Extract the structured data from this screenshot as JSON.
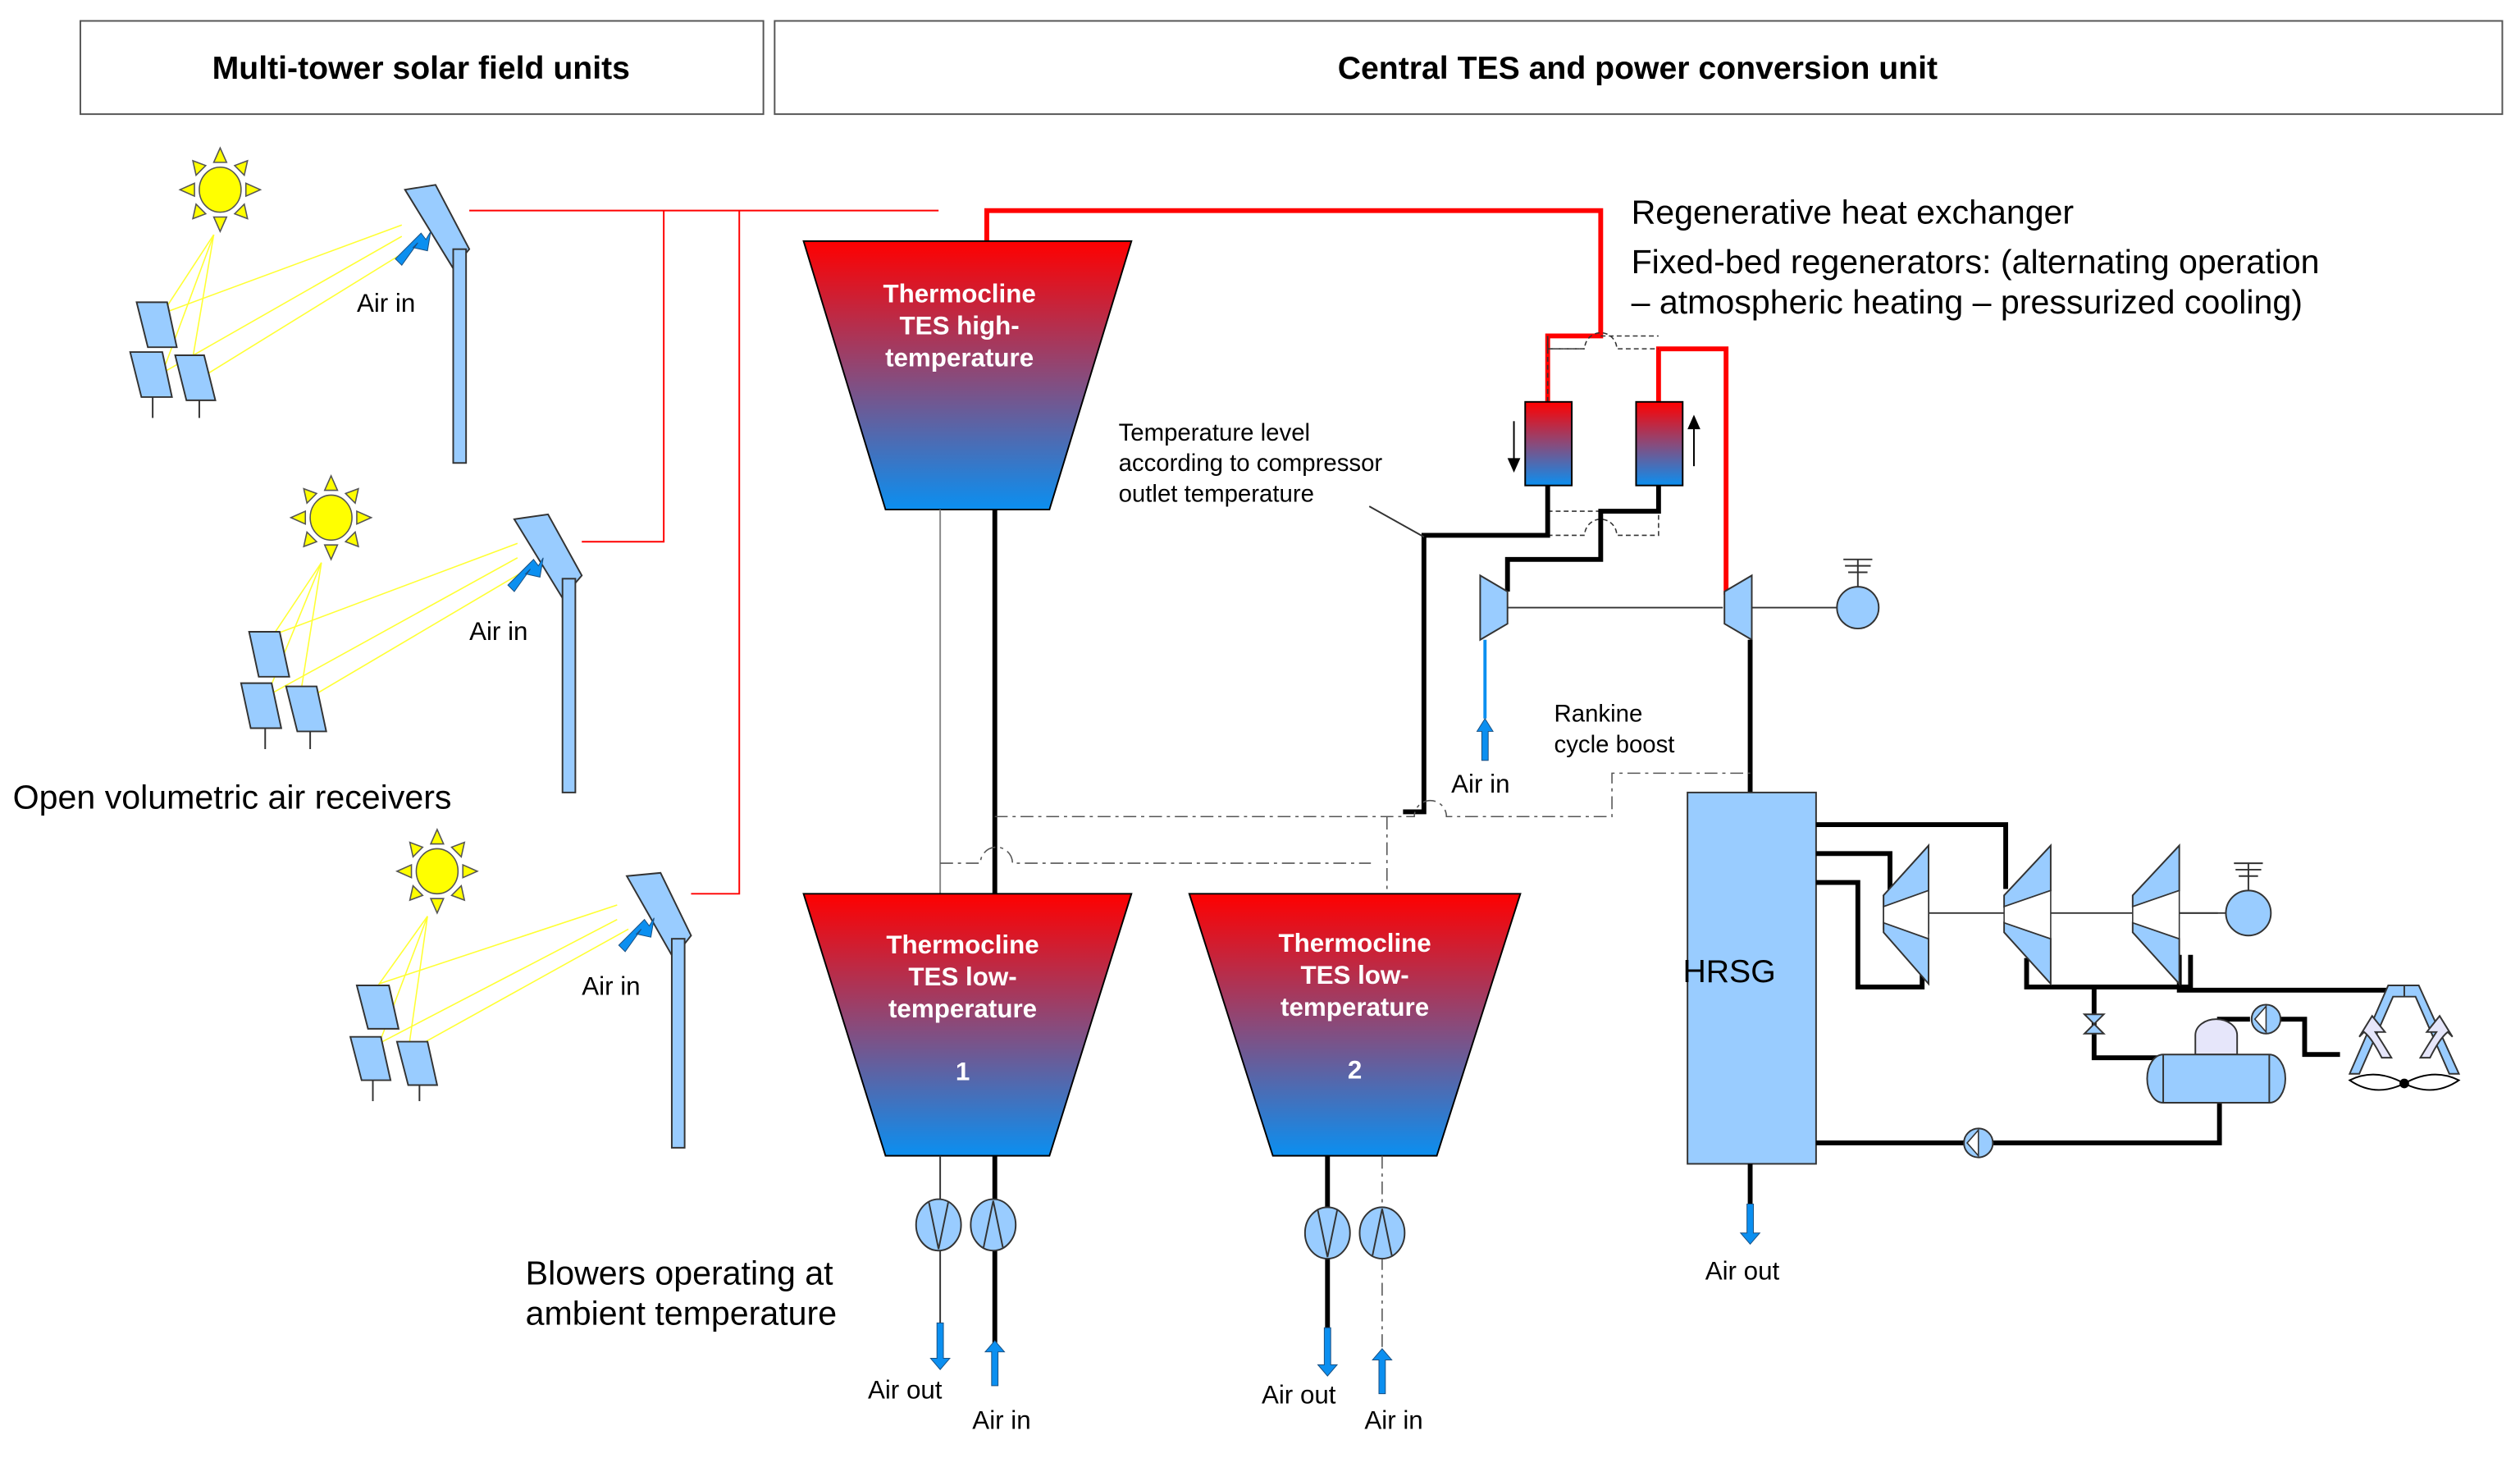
{
  "headers": {
    "left": "Multi-tower solar field units",
    "right": "Central TES and power conversion unit"
  },
  "solar_field": {
    "towers": [
      {
        "id": 1,
        "air_label": "Air in"
      },
      {
        "id": 2,
        "air_label": "Air in"
      },
      {
        "id": 3,
        "air_label": "Air in"
      }
    ],
    "receiver_caption": "Open volumetric air receivers"
  },
  "tanks": {
    "high": {
      "lines": [
        "Thermocline",
        "TES high-",
        "temperature"
      ]
    },
    "low1": {
      "lines": [
        "Thermocline",
        "TES low-",
        "temperature"
      ],
      "number": "1"
    },
    "low2": {
      "lines": [
        "Thermocline",
        "TES low-",
        "temperature"
      ],
      "number": "2"
    }
  },
  "annotations": {
    "regen_title": "Regenerative heat exchanger",
    "regen_desc_line1": "Fixed-bed regenerators: (alternating operation",
    "regen_desc_line2": "– atmospheric heating – pressurized cooling)",
    "temp_level": [
      "Temperature level",
      "according to compressor",
      "outlet temperature"
    ],
    "rankine": [
      "Rankine",
      "cycle boost"
    ],
    "blowers": [
      "Blowers operating at",
      "ambient temperature"
    ]
  },
  "flows": {
    "compressor_air_in": "Air in",
    "tank1_air_out": "Air out",
    "tank1_air_in": "Air in",
    "tank2_air_out": "Air out",
    "tank2_air_in": "Air in",
    "hrsg_air_out": "Air out"
  },
  "hrsg": {
    "label": "HRSG"
  },
  "colors": {
    "hot": "#ff0000",
    "cold": "#0b8ff0",
    "equipment": "#99ccff",
    "sun": "#ffff00"
  }
}
